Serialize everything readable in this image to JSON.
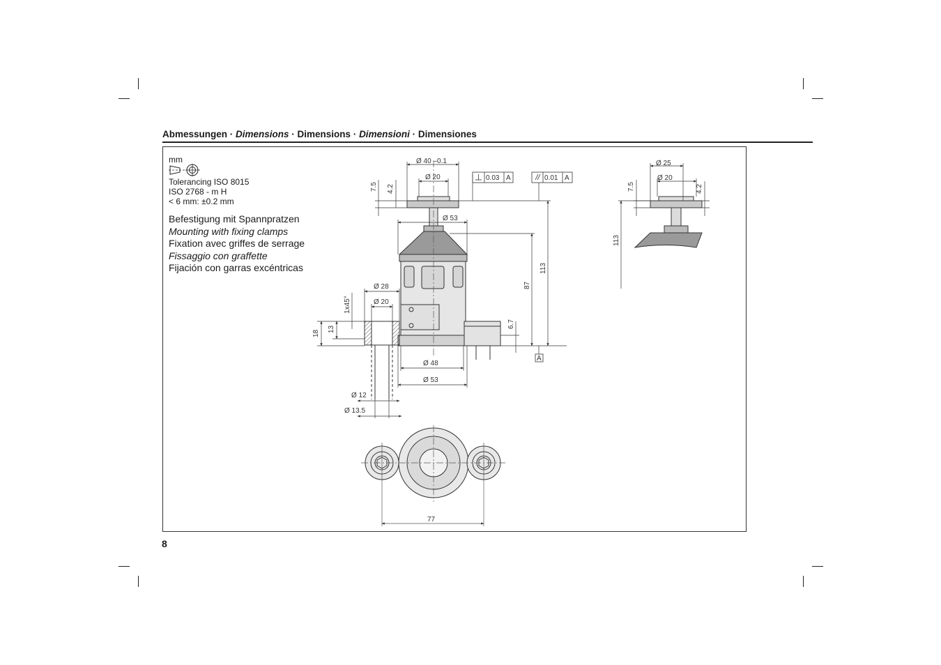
{
  "header": {
    "title_parts": {
      "p1": "Abmessungen · ",
      "p2": "Dimensions",
      "p3": " · Dimensions · ",
      "p4": "Dimensioni",
      "p5": " · Dimensiones"
    }
  },
  "legend": {
    "unit": "mm",
    "tolerancing": [
      "Tolerancing ISO 8015",
      "ISO 2768 - m H",
      "< 6 mm: ±0.2 mm"
    ],
    "mounting": [
      "Befestigung mit Spannpratzen",
      "Mounting with fixing clamps",
      "Fixation avec griffes de serrage",
      "Fissaggio con graffette",
      "Fijación con garras excéntricas"
    ]
  },
  "dimensions": {
    "d40": "Ø 40 –0.1",
    "d20_top": "Ø 20",
    "perp_tol": "0.03",
    "perp_ref": "A",
    "par_tol": "0.01",
    "par_ref": "A",
    "d53_top": "Ø 53",
    "h75": "7.5",
    "h42": "4.2",
    "d28": "Ø 28",
    "d20_mid": "Ø 20",
    "chamfer": "1x45°",
    "h18": "18",
    "h13": "13",
    "h87": "87",
    "h113": "113",
    "h67": "6.7",
    "datum": "A",
    "d48": "Ø 48",
    "d53_bot": "Ø 53",
    "d12": "Ø 12",
    "d135": "Ø 13.5",
    "w77": "77",
    "r_d25": "Ø 25",
    "r_d20": "Ø 20",
    "r_h75": "7.5",
    "r_h42": "4.2",
    "r_h113": "113"
  },
  "footer": {
    "page_number": "8"
  }
}
